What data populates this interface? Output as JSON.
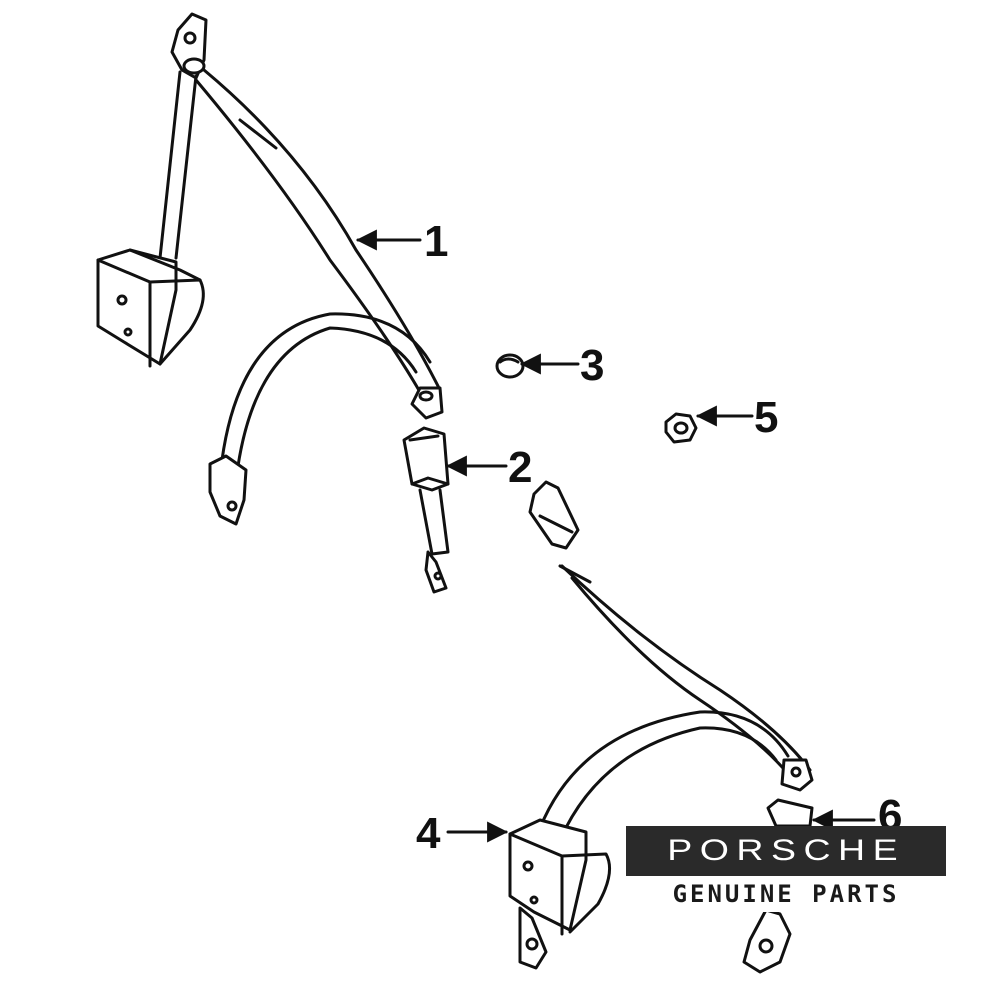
{
  "diagram": {
    "callouts": [
      {
        "id": "1",
        "part": "front-seat-belt"
      },
      {
        "id": "2",
        "part": "buckle"
      },
      {
        "id": "3",
        "part": "cap"
      },
      {
        "id": "4",
        "part": "retractor"
      },
      {
        "id": "5",
        "part": "nut"
      },
      {
        "id": "6",
        "part": "bracket"
      }
    ]
  },
  "brand": {
    "name": "PORSCHE",
    "tagline": "GENUINE PARTS",
    "bar_color": "#2a2a2a",
    "text_color": "#ffffff"
  }
}
